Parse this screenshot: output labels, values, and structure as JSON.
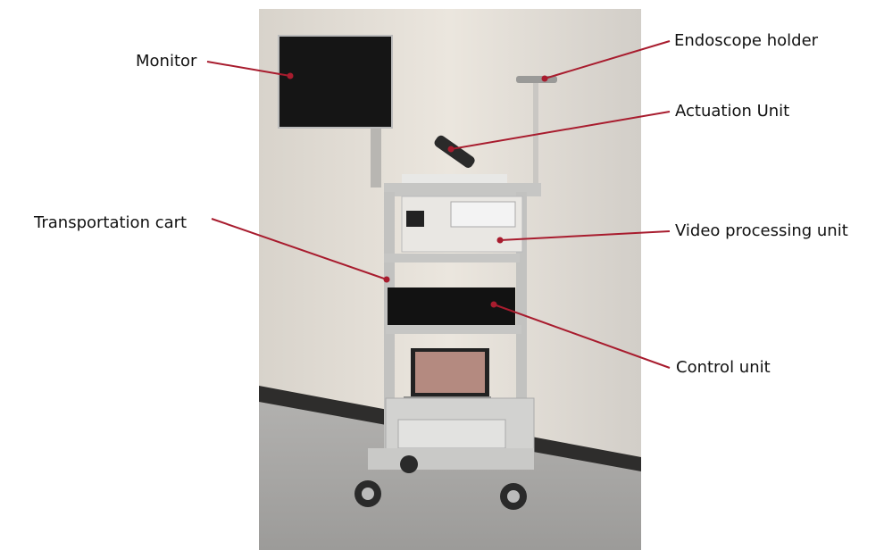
{
  "labels": {
    "monitor": "Monitor",
    "endoscope_holder": "Endoscope holder",
    "actuation_unit": "Actuation Unit",
    "transportation_cart": "Transportation cart",
    "video_processing_unit": "Video processing unit",
    "control_unit": "Control unit"
  },
  "colors": {
    "leader_line": "#a81c2e",
    "wall": "#e4e0d9",
    "floor": "#a9a9a7"
  }
}
